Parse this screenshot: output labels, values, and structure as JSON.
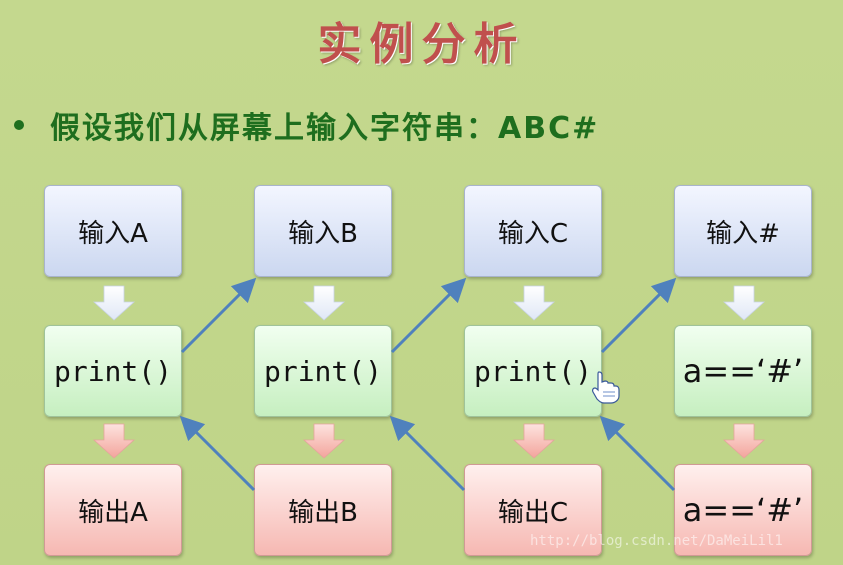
{
  "title": "实例分析",
  "bullet": "假设我们从屏幕上输入字符串：ABC#",
  "columns": [
    {
      "top": "输入A",
      "middle": "print()",
      "bottom": "输出A"
    },
    {
      "top": "输入B",
      "middle": "print()",
      "bottom": "输出B"
    },
    {
      "top": "输入C",
      "middle": "print()",
      "bottom": "输出C"
    },
    {
      "top": "输入#",
      "middle": "a==‘#’",
      "bottom": "a==‘#’"
    }
  ],
  "watermark": "http://blog.csdn.net/DaMeiLil1",
  "colors": {
    "background": "#c2d78b",
    "title": "#c0504d",
    "bullet_text": "#1e6e1e",
    "diagonal_arrow": "#4f81bd"
  }
}
